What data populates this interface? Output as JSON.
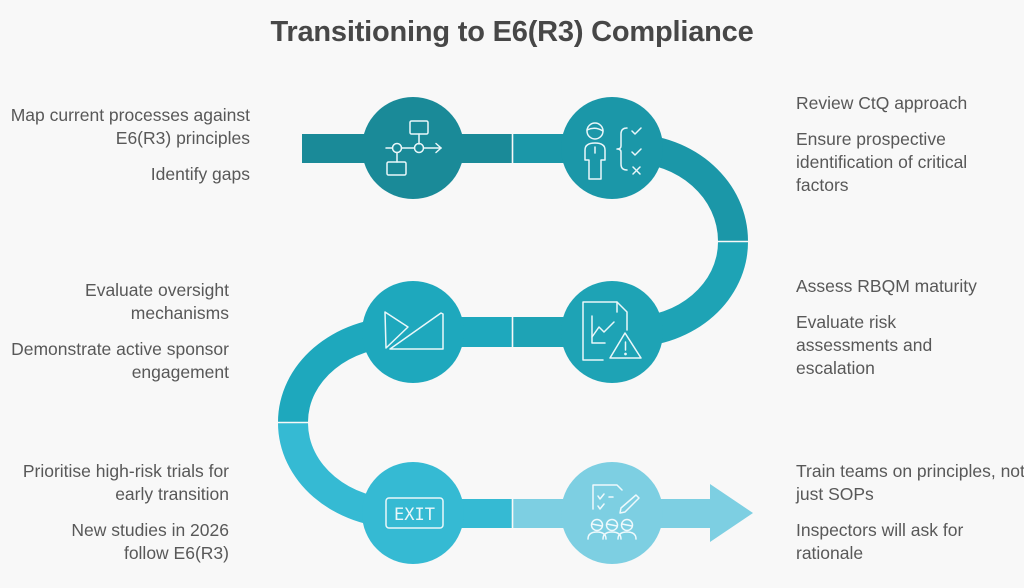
{
  "title": "Transitioning to E6(R3) Compliance",
  "colors": {
    "background": "#f8f8f8",
    "stage1": "#1a8a98",
    "stage2": "#1b97a8",
    "stage3": "#1ea3b5",
    "stage4": "#26afc4",
    "stage5": "#35bad3",
    "stage6": "#7dcfe2",
    "icon_stroke": "#e9f7fa",
    "text": "#585858",
    "title": "#474747"
  },
  "stages": [
    {
      "icon": "process-flow-icon",
      "side": "left",
      "notes": [
        "Map current processes against E6(R3) principles",
        "Identify gaps"
      ]
    },
    {
      "icon": "person-checklist-icon",
      "side": "right",
      "notes": [
        "Review CtQ approach",
        "Ensure prospective identification of critical factors"
      ]
    },
    {
      "icon": "report-warning-icon",
      "side": "right",
      "notes": [
        "Assess RBQM maturity",
        "Evaluate risk assessments and escalation"
      ]
    },
    {
      "icon": "oversight-triangles-icon",
      "side": "left",
      "notes": [
        "Evaluate oversight mechanisms",
        "Demonstrate active sponsor engagement"
      ]
    },
    {
      "icon": "exit-sign-icon",
      "icon_label": "EXIT",
      "side": "left",
      "notes": [
        "Prioritise high-risk trials for early transition",
        "New studies in 2026 follow E6(R3)"
      ]
    },
    {
      "icon": "team-training-icon",
      "side": "right",
      "notes": [
        "Train teams on principles, not just SOPs",
        "Inspectors will ask for rationale"
      ]
    }
  ]
}
